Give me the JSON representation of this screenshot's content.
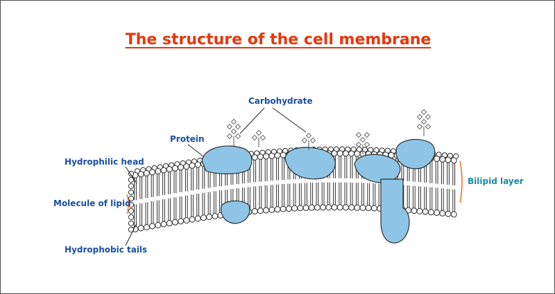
{
  "title": "The structure of the cell membrane",
  "labels": {
    "carbohydrate": "Carbohydrate",
    "protein": "Protein",
    "hydrophilic_head": "Hydrophilic head",
    "molecule_of_lipid": "Molecule of lipid",
    "hydrophobic_tails": "Hydrophobic tails",
    "bilipid_layer": "Bilipid layer"
  },
  "colors": {
    "title": "#e8360b",
    "label_blue": "#1a4fa0",
    "label_teal": "#1b8aa6",
    "protein_fill": "#8ec5e6",
    "bracket": "#e8762b"
  }
}
